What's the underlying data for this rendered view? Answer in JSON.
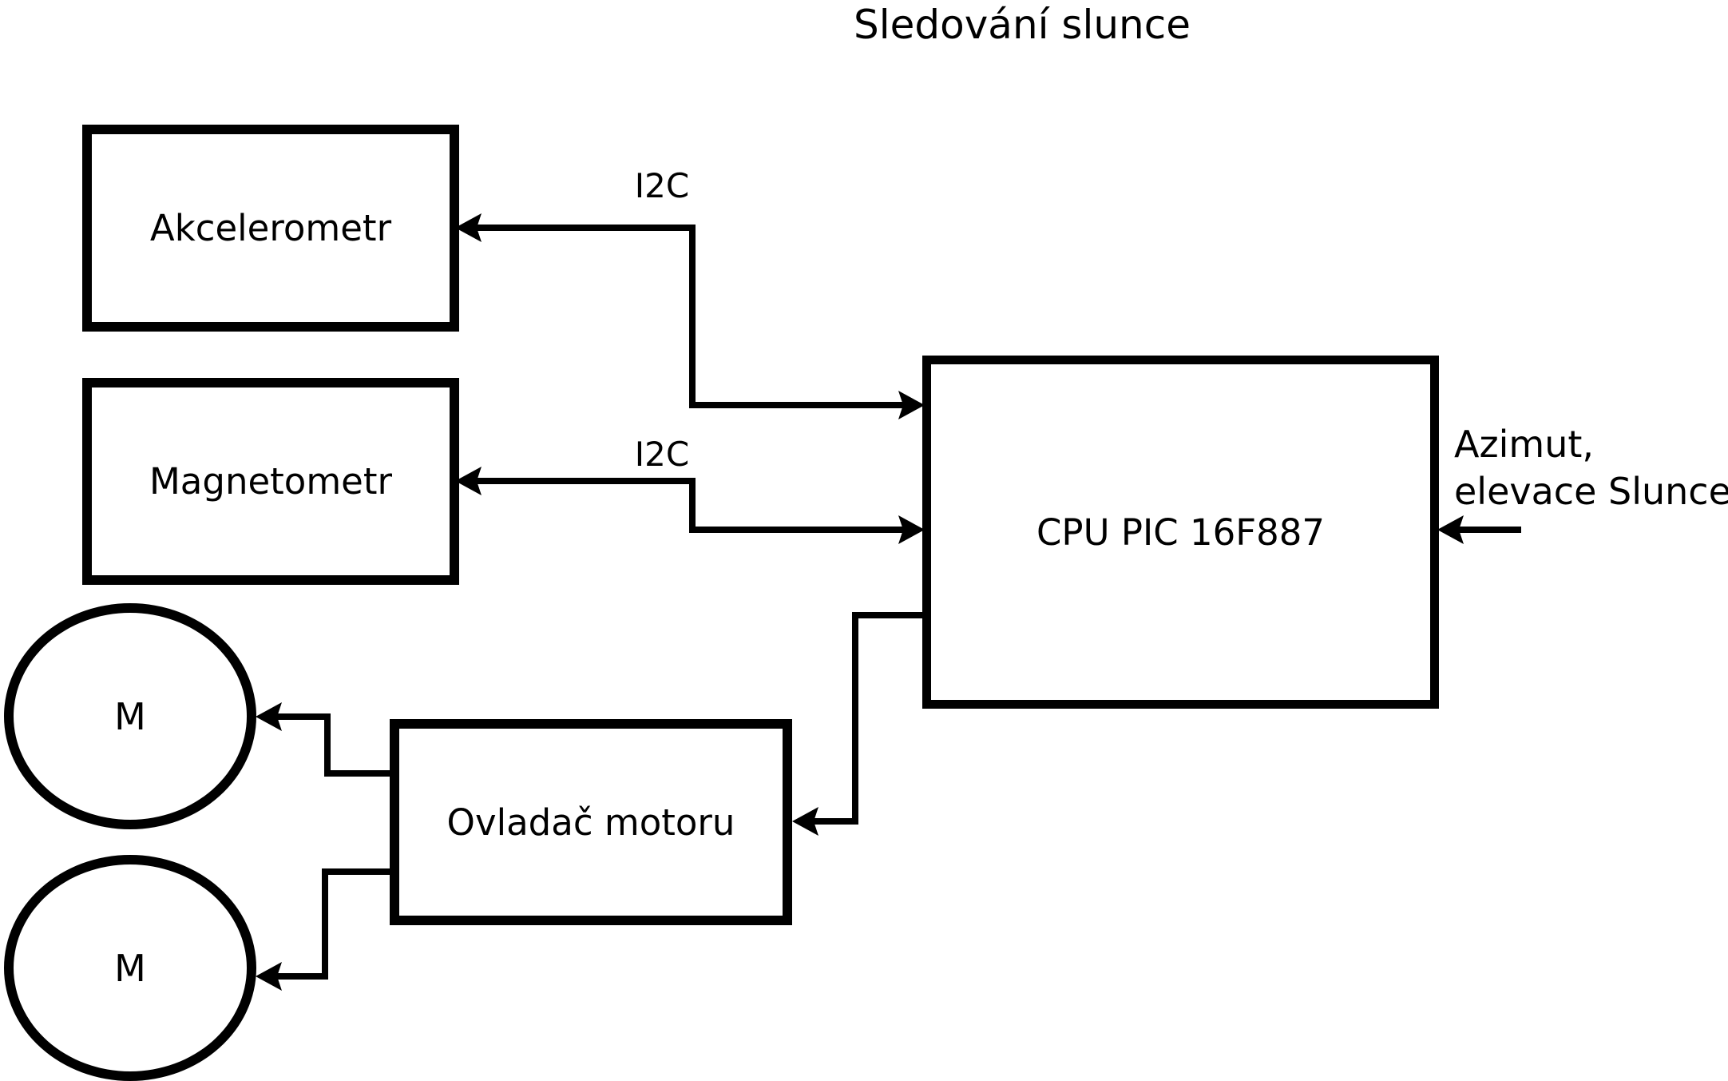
{
  "title": "Sledování slunce",
  "colors": {
    "ink": "#000000",
    "background": "#ffffff"
  },
  "nodes": {
    "accelerometer": {
      "label": "Akcelerometr"
    },
    "magnetometer": {
      "label": "Magnetometr"
    },
    "cpu": {
      "label": "CPU PIC 16F887"
    },
    "motor_driver": {
      "label": "Ovladač motoru"
    },
    "motor_top": {
      "label": "M"
    },
    "motor_bottom": {
      "label": "M"
    }
  },
  "edges": {
    "accelerometer_i2c": {
      "label": "I2C"
    },
    "magnetometer_i2c": {
      "label": "I2C"
    },
    "sun_position_input": {
      "line1": "Azimut,",
      "line2": "elevace Slunce"
    }
  }
}
